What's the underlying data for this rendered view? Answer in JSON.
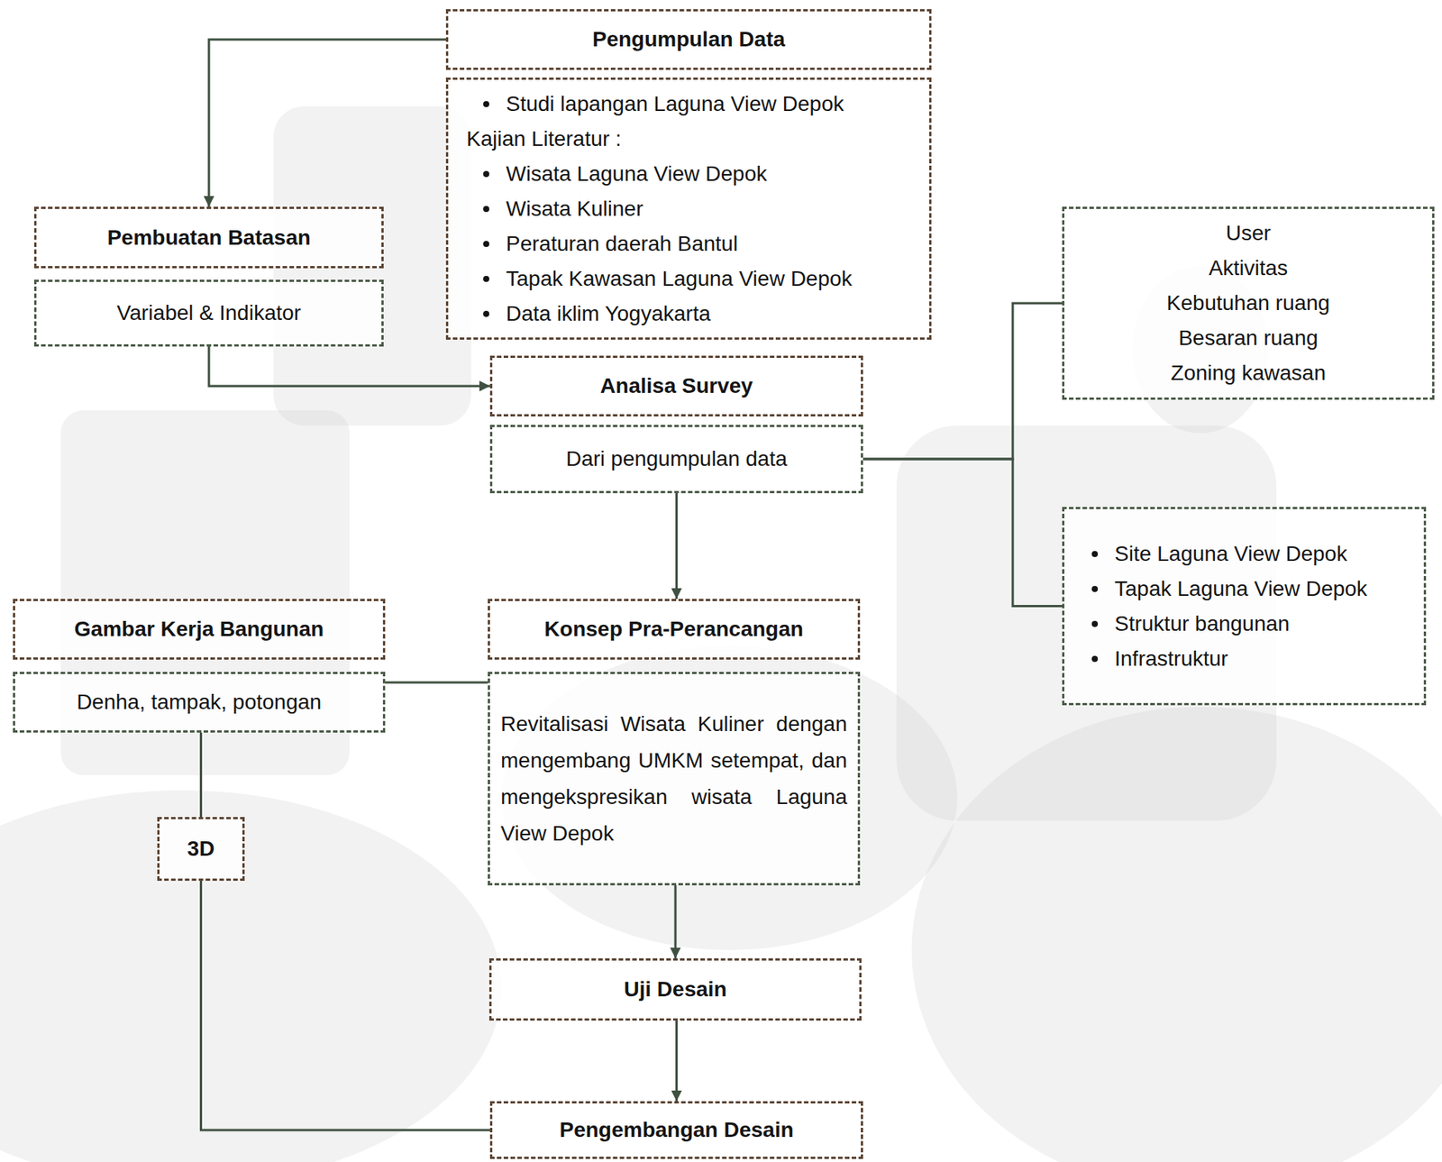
{
  "diagram": {
    "nodes": [
      {
        "text": [
          "Pengumpulan Data"
        ]
      },
      {
        "text": [
          "Studi lapangan Laguna View Depok",
          "Kajian Literatur :",
          "Wisata Laguna View Depok",
          "Wisata Kuliner",
          "Peraturan daerah Bantul",
          "Tapak Kawasan Laguna View Depok",
          "Data iklim Yogyakarta"
        ]
      },
      {
        "text": [
          "Pembuatan Batasan"
        ]
      },
      {
        "text": [
          "Variabel & Indikator"
        ]
      },
      {
        "text": [
          "User",
          "Aktivitas",
          "Kebutuhan ruang",
          "Besaran ruang",
          "Zoning kawasan"
        ]
      },
      {
        "text": [
          "Analisa Survey"
        ]
      },
      {
        "text": [
          "Dari pengumpulan data"
        ]
      },
      {
        "text": [
          "Site Laguna View Depok",
          "Tapak Laguna View Depok",
          "Struktur bangunan",
          "Infrastruktur"
        ]
      },
      {
        "text": [
          "Gambar Kerja Bangunan"
        ]
      },
      {
        "text": [
          "Konsep Pra-Perancangan"
        ]
      },
      {
        "text": [
          "Denha, tampak, potongan"
        ]
      },
      {
        "text": [
          "Revitalisasi Wisata Kuliner dengan mengembang UMKM setempat, dan mengekspresikan wisata Laguna View Depok"
        ]
      },
      {
        "text": [
          "3D"
        ]
      },
      {
        "text": [
          "Uji Desain"
        ]
      },
      {
        "text": [
          "Pengembangan Desain"
        ]
      }
    ],
    "edges": [
      {
        "from": 0,
        "to": 2,
        "arrow": "to"
      },
      {
        "from": 3,
        "to": 5,
        "arrow": "to"
      },
      {
        "from": 6,
        "to": 4,
        "arrow": "none"
      },
      {
        "from": 6,
        "to": 7,
        "arrow": "none"
      },
      {
        "from": 6,
        "to": 9,
        "arrow": "to"
      },
      {
        "from": 11,
        "to": 10,
        "arrow": "none"
      },
      {
        "from": 10,
        "to": 12,
        "arrow": "none"
      },
      {
        "from": 11,
        "to": 13,
        "arrow": "to"
      },
      {
        "from": 13,
        "to": 14,
        "arrow": "to"
      },
      {
        "from": 12,
        "to": 14,
        "arrow": "none"
      }
    ]
  }
}
